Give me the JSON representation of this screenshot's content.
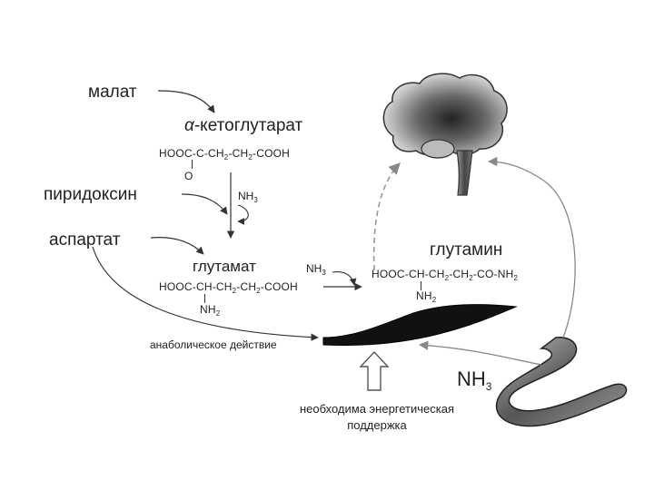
{
  "labels": {
    "malate": "малат",
    "alpha": "α",
    "ketoglutarate": "-кетоглутарат",
    "pyridoxine": "пиридоксин",
    "aspartate": "аспартат",
    "glutamate": "глутамат",
    "glutamine": "глутамин",
    "anabolic": "анаболическое действие",
    "energy_line1": "необходима энергетическая",
    "energy_line2": "поддержка"
  },
  "formulas": {
    "kg_main": "HOOC-C-CH",
    "kg_ch2_2": "-CH",
    "kg_tail": "-COOH",
    "kg_o": "O",
    "nh3_1": "NH",
    "glu_main": "HOOC-CH-CH",
    "glu_ch2_2": "-CH",
    "glu_tail": "-COOH",
    "glu_nh2": "NH",
    "nh3_2": "NH",
    "gln_main": "HOOC-CH-CH",
    "gln_ch2_2": "-CH",
    "gln_tail": "-CO-NH",
    "gln_nh2": "NH",
    "nh3_big": "NH",
    "sub2": "2",
    "sub3": "3"
  }
}
